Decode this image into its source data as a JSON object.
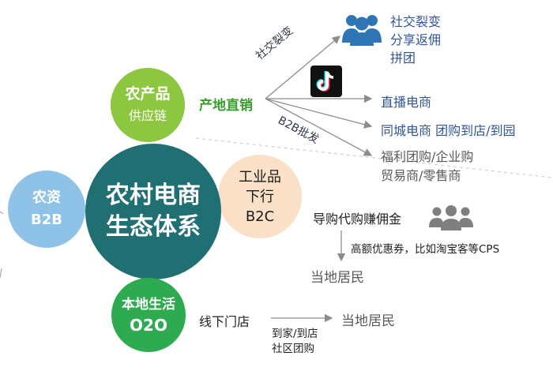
{
  "main": {
    "line1": "农村电商",
    "line2": "生态体系"
  },
  "agri": {
    "line1": "农产品",
    "line2": "供应链",
    "channel": "产地直销"
  },
  "b2b": {
    "line1": "农资",
    "line2": "B2B"
  },
  "industrial": {
    "line1": "工业品",
    "line2": "下行",
    "line3": "B2C"
  },
  "o2o": {
    "line1": "本地生活",
    "line2": "O2O"
  },
  "branches": {
    "social_label": "社交裂变",
    "b2b_label": "B2B批发",
    "social": [
      "社交裂变",
      "分享返佣",
      "拼团"
    ],
    "live": "直播电商",
    "local": "同城电商 团购到店/到园",
    "welfare": [
      "福利团购/企业购",
      "贸易商/零售商"
    ]
  },
  "b2c_flow": {
    "affiliate": "导购代购赚佣金",
    "coupon": "高额优惠券，比如淘宝客等CPS",
    "resident": "当地居民"
  },
  "o2o_flow": {
    "store": "线下门店",
    "resident": "当地居民",
    "delivery": [
      "到家/到店",
      "社区团购"
    ]
  },
  "colors": {
    "main": "#1f6f73",
    "agri": "#8dc63f",
    "b2b": "#8ec2e6",
    "industrial": "#fbe0c8",
    "o2o": "#2eaa50",
    "accent_text": "#2f5597",
    "direct_text": "#37a02c",
    "icon_blue": "#2e75b6"
  },
  "icons": [
    "group-people-icon",
    "tiktok-icon",
    "users-icon"
  ]
}
